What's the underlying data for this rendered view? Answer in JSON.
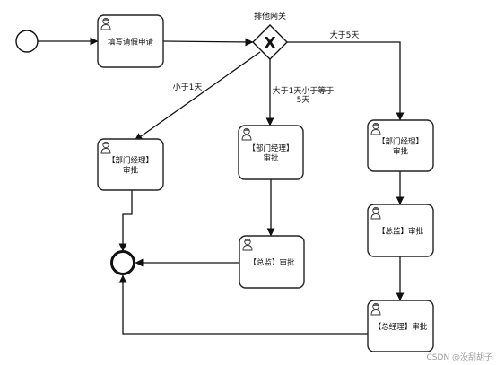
{
  "diagram": {
    "gateway_label": "排他网关",
    "gateway_symbol": "X",
    "tasks": [
      {
        "id": "apply",
        "lines": [
          "填写请假申请"
        ],
        "icon": "user-icon"
      },
      {
        "id": "dept-a",
        "lines": [
          "【部门经理】",
          "审批"
        ],
        "icon": "user-icon"
      },
      {
        "id": "dept-b",
        "lines": [
          "【部门经理】",
          "审批"
        ],
        "icon": "user-icon"
      },
      {
        "id": "director-b",
        "lines": [
          "【总监】审批"
        ],
        "icon": "user-icon"
      },
      {
        "id": "dept-c",
        "lines": [
          "【部门经理】",
          "审批"
        ],
        "icon": "user-icon"
      },
      {
        "id": "director-c",
        "lines": [
          "【总监】审批"
        ],
        "icon": "user-icon"
      },
      {
        "id": "gm-c",
        "lines": [
          "【总经理】审批"
        ],
        "icon": "user-icon"
      }
    ],
    "conditions": {
      "lt1": [
        "小于1天"
      ],
      "mid": [
        "大于1天小于等于",
        "5天"
      ],
      "gt5": [
        "大于5天"
      ]
    },
    "watermark": "CSDN @没刮胡子"
  }
}
